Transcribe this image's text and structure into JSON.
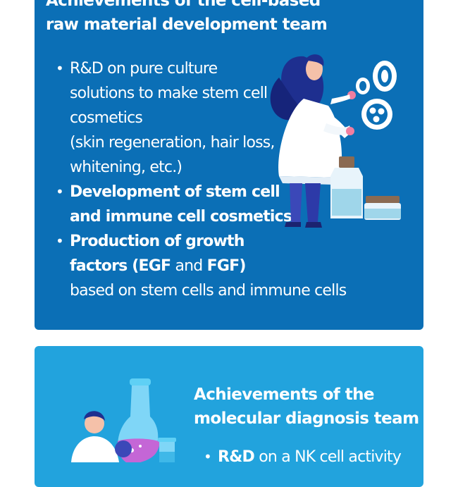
{
  "cell_team": {
    "title_line1": "Achievements of the cell-based",
    "title_line2": "raw material development team",
    "bullet1": {
      "line1": "R&D on pure culture",
      "line2": "solutions to make stem cell",
      "line3": "cosmetics",
      "line4": "(skin regeneration, hair loss,",
      "line5": "whitening, etc.)"
    },
    "bullet2": {
      "line1": "Development of stem cell",
      "line2": "and immune cell cosmetics"
    },
    "bullet3": {
      "part1": "Production of growth",
      "part2": "factors (EGF",
      "part3": " and ",
      "part4": "FGF)",
      "line3": "based on stem cells and immune cells"
    },
    "bullet_glyph": "•"
  },
  "diag_team": {
    "title_line1": "Achievements of the",
    "title_line2": "molecular diagnosis team",
    "bullet1": {
      "part1": "R&D",
      "part2": " on a NK cell activity"
    }
  },
  "colors": {
    "top_panel": "#0b6fb6",
    "bottom_panel": "#22a3dd",
    "text": "#ffffff"
  }
}
